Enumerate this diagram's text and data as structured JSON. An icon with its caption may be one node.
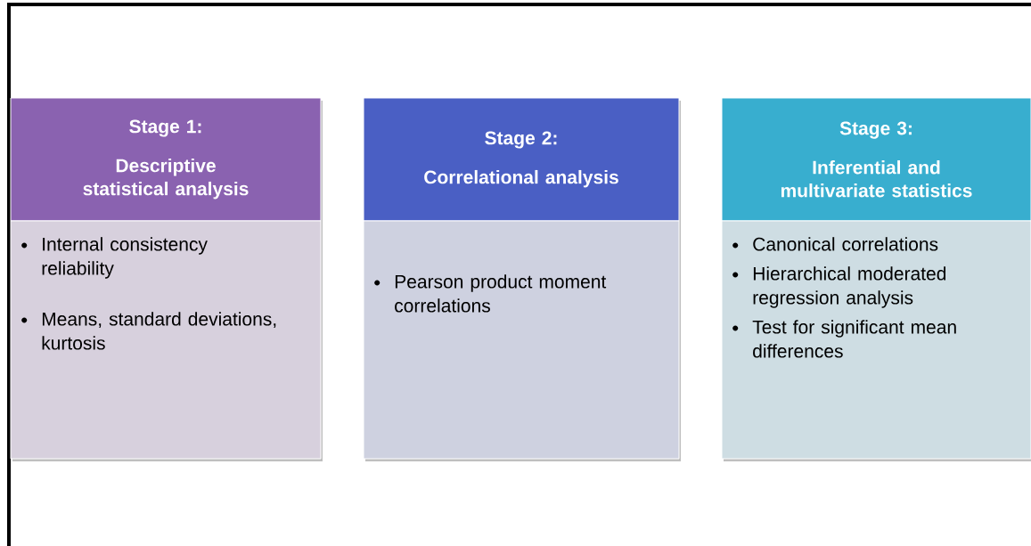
{
  "diagram": {
    "nodes": [
      {
        "text": [
          "Stage 1:",
          "Descriptive statistical analysis"
        ]
      },
      {
        "text": [
          "Stage 2:",
          "Correlational analysis"
        ]
      },
      {
        "text": [
          "Stage 3:",
          "Inferential and multivariate statistics"
        ]
      },
      {
        "text": [
          "Internal consistency reliability",
          "Means, standard deviations, kurtosis"
        ]
      },
      {
        "text": [
          "Pearson product moment correlations"
        ]
      },
      {
        "text": [
          "Canonical correlations",
          "Hierarchical moderated regression analysis",
          "Test for significant mean differences"
        ]
      }
    ]
  }
}
